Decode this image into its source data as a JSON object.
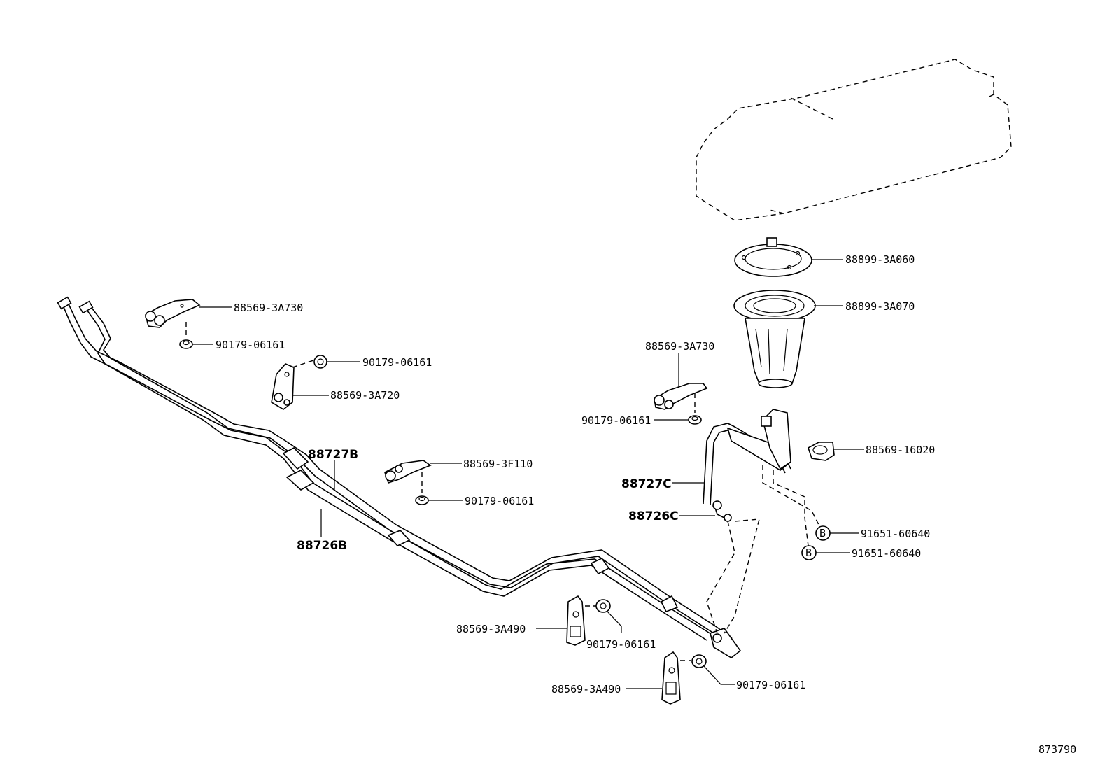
{
  "labels": {
    "l1": "88899-3A060",
    "l2": "88899-3A070",
    "l3": "88569-3A730",
    "l4": "90179-06161",
    "l5": "90179-06161",
    "l6": "88569-3A720",
    "l7": "88727B",
    "l8": "88726B",
    "l9": "88569-3F110",
    "l10": "90179-06161",
    "l11": "88569-3A730",
    "l12": "90179-06161",
    "l13": "88569-16020",
    "l14": "88727C",
    "l15": "88726C",
    "l16": "91651-60640",
    "l17": "91651-60640",
    "l18": "88569-3A490",
    "l19": "90179-06161",
    "l20": "88569-3A490",
    "l21": "90179-06161",
    "ref": "873790",
    "markerB1": "B",
    "markerB2": "B"
  }
}
